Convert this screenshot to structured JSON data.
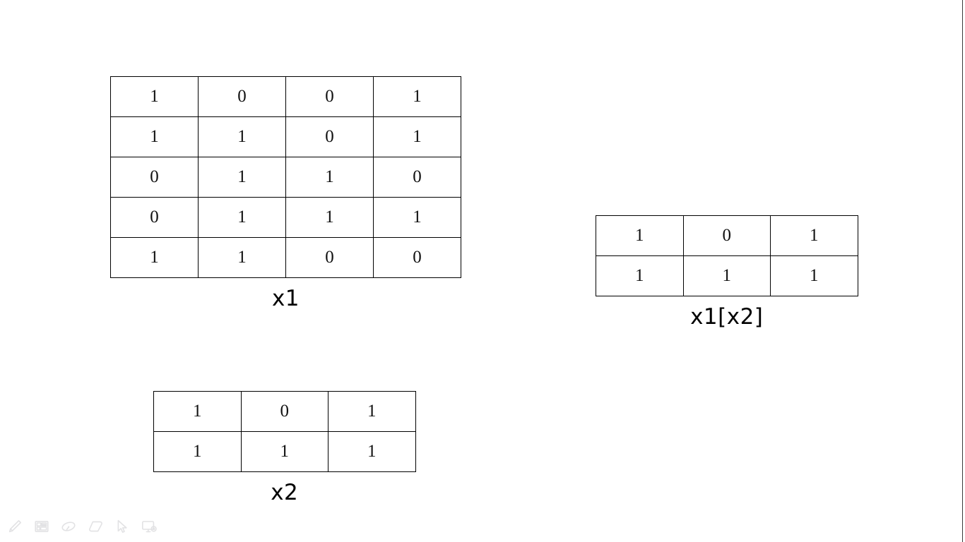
{
  "app": {
    "background_color": "#ffffff",
    "ink_color": "#000000",
    "grid_line_color": "#000000",
    "toolbar_icon_color": "#e2e2e4"
  },
  "board": {
    "matrices": [
      {
        "id": "x1",
        "label": "x1",
        "rows": 5,
        "cols": 4,
        "cells": [
          [
            "1",
            "0",
            "0",
            "1"
          ],
          [
            "1",
            "1",
            "0",
            "1"
          ],
          [
            "0",
            "1",
            "1",
            "0"
          ],
          [
            "0",
            "1",
            "1",
            "1"
          ],
          [
            "1",
            "1",
            "0",
            "0"
          ]
        ]
      },
      {
        "id": "x2",
        "label": "x2",
        "rows": 2,
        "cols": 3,
        "cells": [
          [
            "1",
            "0",
            "1"
          ],
          [
            "1",
            "1",
            "1"
          ]
        ]
      },
      {
        "id": "x1x2",
        "label": "x1[x2]",
        "rows": 2,
        "cols": 3,
        "cells": [
          [
            "1",
            "0",
            "1"
          ],
          [
            "1",
            "1",
            "1"
          ]
        ]
      }
    ]
  },
  "toolbar": {
    "tools": [
      {
        "name": "pen-icon",
        "label": "Pen"
      },
      {
        "name": "image-icon",
        "label": "Insert image"
      },
      {
        "name": "lasso-select-icon",
        "label": "Lasso select"
      },
      {
        "name": "eraser-icon",
        "label": "Eraser"
      },
      {
        "name": "cursor-pointer-icon",
        "label": "Select"
      },
      {
        "name": "screen-share-icon",
        "label": "Screen"
      }
    ]
  }
}
